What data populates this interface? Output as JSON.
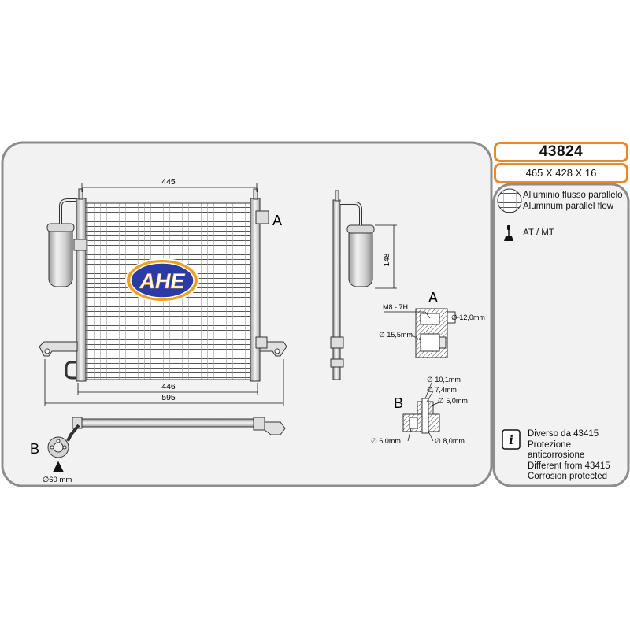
{
  "product": {
    "part_number": "43824",
    "dimensions": "465 X 428 X 16",
    "brand_logo": "AHE"
  },
  "features": {
    "material_line1": "Alluminio flusso parallelo",
    "material_line2": "Aluminum parallel flow",
    "material_icon": "condenser-core-icon",
    "transmission": "AT / MT",
    "transmission_icon": "gear-shift-icon"
  },
  "note": {
    "icon": "info-icon",
    "line1": "Diverso da 43415",
    "line2": "Protezione anticorrosione",
    "line3": "Different from 43415",
    "line4": "Corrosion protected"
  },
  "drawing": {
    "width_top": "445",
    "width_core": "446",
    "width_overall": "595",
    "receiver_height": "148",
    "detail_a_label": "A",
    "detail_b_label": "B",
    "fitting_diameter": "∅60 mm",
    "detail_a": {
      "thread": "M8 - 7H",
      "d_12": "∅ 12,0mm",
      "d_15_5": "∅ 15,5mm"
    },
    "detail_b": {
      "d_10_1": "∅ 10,1mm",
      "d_7_4": "∅ 7,4mm",
      "d_5_0": "∅ 5,0mm",
      "d_6_0": "∅ 6,0mm",
      "d_8_0": "∅ 8,0mm"
    }
  },
  "colors": {
    "panel_border": "#8c8c8c",
    "panel_fill": "#f2f2f2",
    "accent_orange": "#e8892a",
    "logo_blue": "#2a3aa6",
    "logo_orange": "#f0a020"
  }
}
